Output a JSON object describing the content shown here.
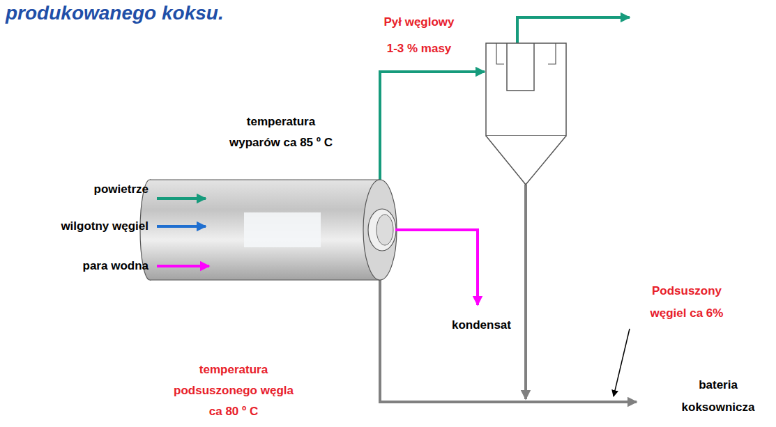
{
  "diagram": {
    "title": "produkowanego koksu.",
    "labels": [
      "Pył węglowy",
      "1-3 % masy",
      "temperatura wyparów ca 85 º C",
      "powietrze",
      "wilgotny węgiel",
      "para wodna",
      "kondensat",
      "Podsuszony węgiel ca 6%",
      "temperatura podsuszonego węgla ca 80 º C",
      "bateria koksownicza"
    ]
  }
}
